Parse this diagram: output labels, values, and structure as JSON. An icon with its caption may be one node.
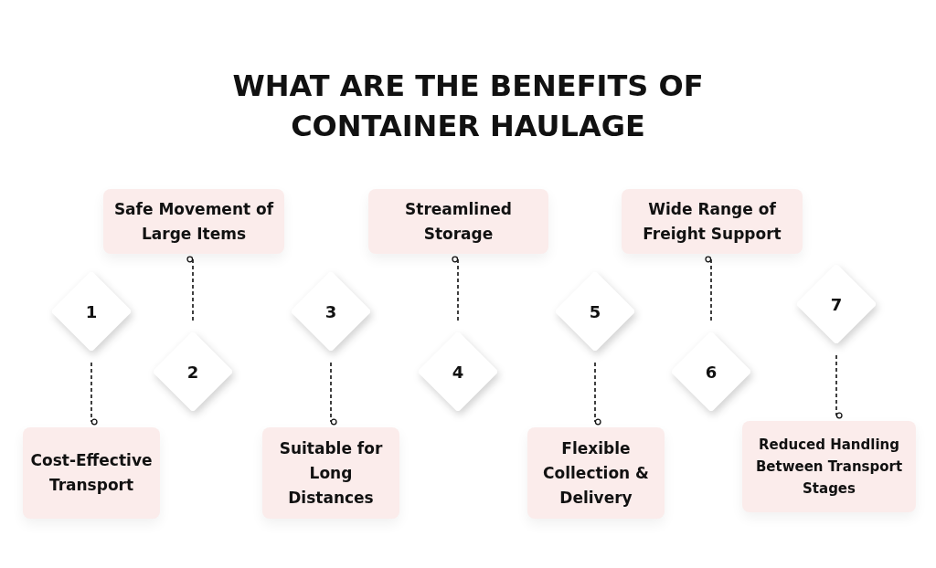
{
  "diagram": {
    "title": "WHAT ARE THE BENEFITS OF CONTAINER HAULAGE",
    "nodes": [
      {
        "text": [
          "1"
        ]
      },
      {
        "text": [
          "Cost-Effective Transport"
        ]
      },
      {
        "text": [
          "2"
        ]
      },
      {
        "text": [
          "Safe Movement of Large Items"
        ]
      },
      {
        "text": [
          "3"
        ]
      },
      {
        "text": [
          "Suitable for Long Distances"
        ]
      },
      {
        "text": [
          "4"
        ]
      },
      {
        "text": [
          "Streamlined Storage"
        ]
      },
      {
        "text": [
          "5"
        ]
      },
      {
        "text": [
          "Flexible Collection & Delivery"
        ]
      },
      {
        "text": [
          "6"
        ]
      },
      {
        "text": [
          "Wide Range of Freight Support"
        ]
      },
      {
        "text": [
          "7"
        ]
      },
      {
        "text": [
          "Reduced Handling Between Transport Stages"
        ]
      }
    ],
    "edges": [
      {
        "from": 0,
        "to": 1,
        "arrow": "other",
        "style": "dashed"
      },
      {
        "from": 2,
        "to": 3,
        "arrow": "other",
        "style": "dashed"
      },
      {
        "from": 4,
        "to": 5,
        "arrow": "other",
        "style": "dashed"
      },
      {
        "from": 6,
        "to": 7,
        "arrow": "other",
        "style": "dashed"
      },
      {
        "from": 8,
        "to": 9,
        "arrow": "other",
        "style": "dashed"
      },
      {
        "from": 10,
        "to": 11,
        "arrow": "other",
        "style": "dashed"
      },
      {
        "from": 12,
        "to": 13,
        "arrow": "other",
        "style": "dashed"
      }
    ]
  }
}
